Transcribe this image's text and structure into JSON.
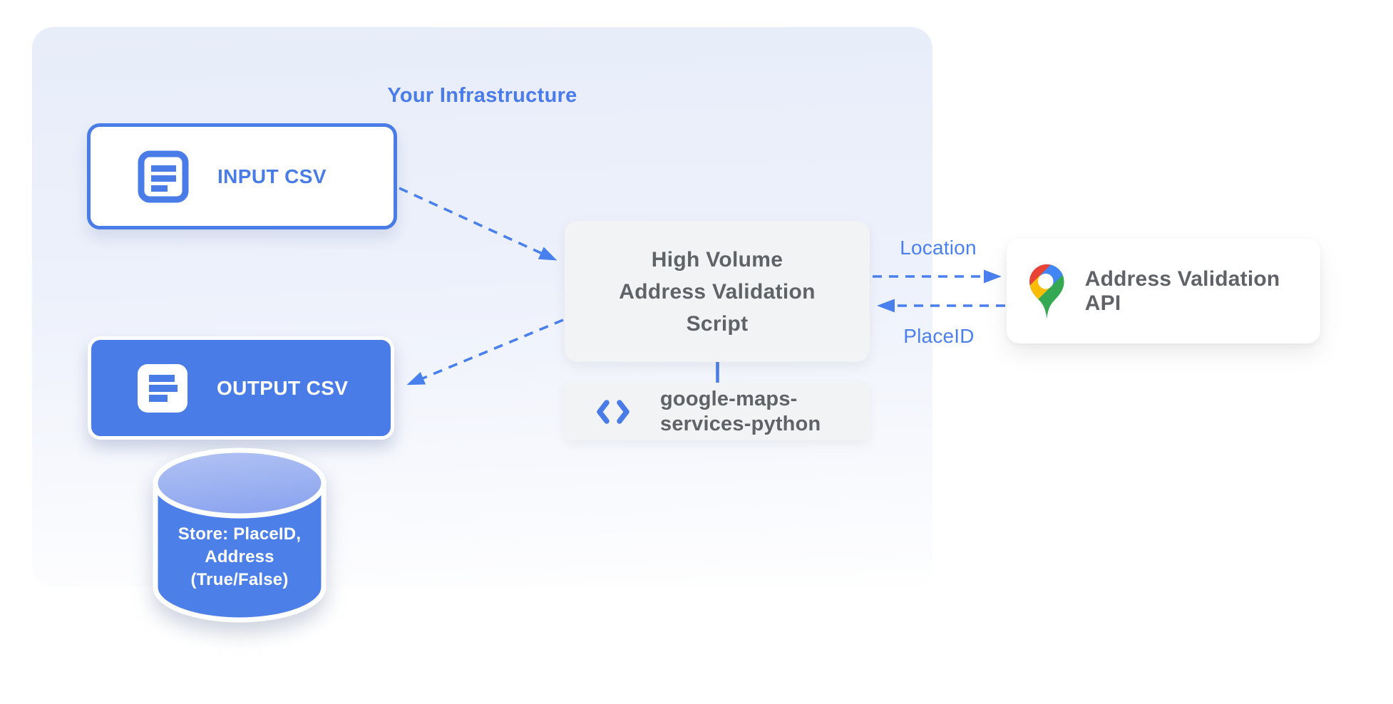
{
  "colors": {
    "accent_blue": "#4a7ce8",
    "arrow_blue": "#4a80ee",
    "label_blue": "#4a80ee",
    "title_blue": "#4a7bea",
    "node_gray_bg": "#f1f3f4",
    "node_gray_text": "#5f6368",
    "container_top": "#e7edf9",
    "container_mid": "#edf1fb",
    "container_bottom": "#fefefe",
    "cylinder_blue": "#4d7fe9",
    "cylinder_top_light": "#b3c3f4",
    "cylinder_top_dark": "#8da6ef",
    "pin_red": "#ea4335",
    "pin_blue": "#4285f4",
    "pin_yellow": "#fbbc04",
    "pin_green": "#34a853"
  },
  "infrastructure": {
    "title": "Your Infrastructure"
  },
  "nodes": {
    "input_csv": {
      "label": "INPUT CSV",
      "icon": "document-icon"
    },
    "output_csv": {
      "label": "OUTPUT CSV",
      "icon": "document-icon"
    },
    "script": {
      "line1": "High Volume",
      "line2": "Address Validation",
      "line3": "Script"
    },
    "library": {
      "line1": "google-maps-",
      "line2": "services-python",
      "icon": "code-icon"
    },
    "api": {
      "label": "Address Validation API",
      "icon": "google-maps-pin-icon"
    },
    "datastore": {
      "line1": "Store: PlaceID,",
      "line2": "Address",
      "line3": "(True/False)"
    }
  },
  "edges": {
    "location_label": "Location",
    "placeid_label": "PlaceID",
    "flows": [
      {
        "from": "input_csv",
        "to": "script",
        "style": "dashed"
      },
      {
        "from": "script",
        "to": "output_csv",
        "style": "dashed"
      },
      {
        "from": "script",
        "to": "api",
        "style": "dashed",
        "label": "Location"
      },
      {
        "from": "api",
        "to": "script",
        "style": "dashed",
        "label": "PlaceID"
      },
      {
        "from": "script",
        "to": "library",
        "style": "solid"
      }
    ]
  }
}
